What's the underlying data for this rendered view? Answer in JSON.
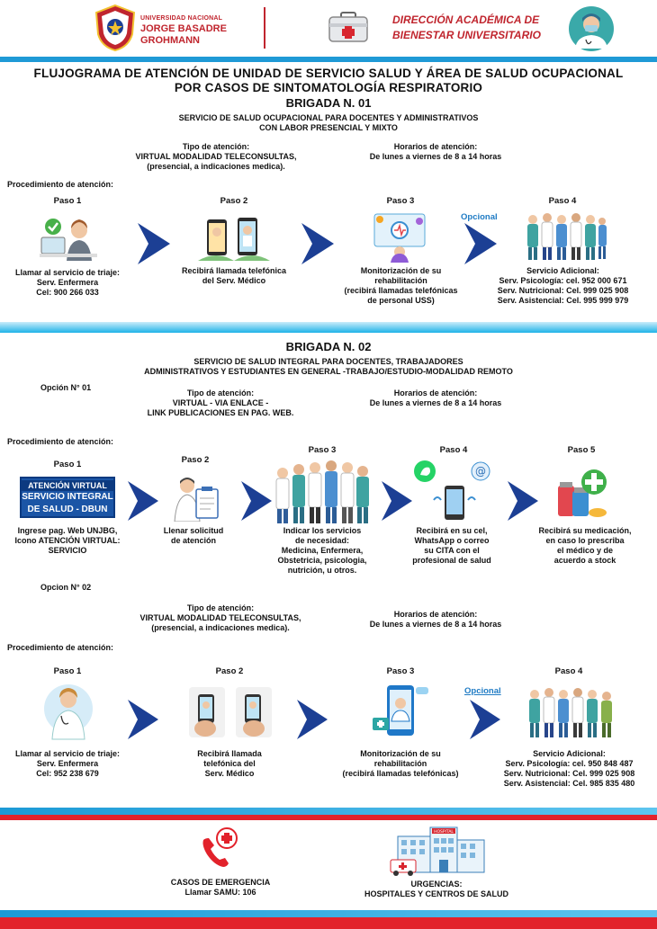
{
  "header": {
    "univ_line1": "UNIVERSIDAD NACIONAL",
    "univ_line2": "JORGE BASADRE",
    "univ_line3": "GROHMANN",
    "dept_line1": "DIRECCIÓN ACADÉMICA DE",
    "dept_line2": "BIENESTAR UNIVERSITARIO",
    "icons": [
      "university-seal",
      "first-aid-kit-icon",
      "doctor-avatar-icon"
    ],
    "colors": {
      "accent_red": "#c0252e",
      "accent_blue": "#1f9ad6",
      "arrow_blue": "#1c3f94"
    }
  },
  "title_line1": "FLUJOGRAMA DE ATENCIÓN DE UNIDAD DE SERVICIO SALUD Y ÁREA DE SALUD OCUPACIONAL",
  "title_line2": "POR CASOS DE SINTOMATOLOGÍA RESPIRATORIO",
  "b1": {
    "title": "BRIGADA N. 01",
    "subtitle": "SERVICIO DE SALUD OCUPACIONAL PARA DOCENTES Y ADMINISTRATIVOS\nCON LABOR PRESENCIAL Y MIXTO",
    "tipo_label": "Tipo de atención:",
    "tipo_value": "VIRTUAL MODALIDAD TELECONSULTAS,\n(presencial, a indicaciones medica).",
    "horario_label": "Horarios de atención:",
    "horario_value": "De lunes a viernes de 8 a 14 horas",
    "proc": "Procedimiento de atención:",
    "opcional": "Opcional",
    "steps": [
      {
        "label": "Paso 1",
        "text": "Llamar al servicio de triaje:\nServ. Enfermera\nCel: 900 266 033"
      },
      {
        "label": "Paso 2",
        "text": "Recibirá llamada telefónica\ndel Serv. Médico"
      },
      {
        "label": "Paso 3",
        "text": "Monitorización de su\nrehabilitación\n(recibirá llamadas telefónicas\nde personal USS)"
      },
      {
        "label": "Paso 4",
        "text": "Servicio Adicional:\nServ. Psicología: cel. 952 000 671\nServ. Nutricional: Cel. 999 025 908\nServ. Asistencial: Cel. 995 999 979"
      }
    ]
  },
  "b2": {
    "title": "BRIGADA N. 02",
    "subtitle": "SERVICIO DE SALUD INTEGRAL PARA DOCENTES, TRABAJADORES\nADMINISTRATIVOS Y ESTUDIANTES EN GENERAL -TRABAJO/ESTUDIO-MODALIDAD REMOTO",
    "opt1": {
      "label": "Opción N° 01",
      "tipo_label": "Tipo de atención:",
      "tipo_value": "VIRTUAL - VIA ENLACE -\nLINK PUBLICACIONES EN PAG. WEB.",
      "horario_label": "Horarios de atención:",
      "horario_value": "De lunes a viernes de 8 a 14 horas",
      "proc": "Procedimiento de atención:",
      "badge_line1": "ATENCIÓN VIRTUAL",
      "badge_line2": "SERVICIO INTEGRAL",
      "badge_line3": "DE SALUD - DBUN",
      "steps": [
        {
          "label": "Paso 1",
          "text": "Ingrese pag. Web UNJBG,\nIcono ATENCIÓN VIRTUAL:\nSERVICIO"
        },
        {
          "label": "Paso 2",
          "text": "Llenar solicitud\nde atención"
        },
        {
          "label": "Paso 3",
          "text": "Indicar los servicios\nde necesidad:\nMedicina, Enfermera,\nObstetricia, psicologia,\nnutrición, u otros."
        },
        {
          "label": "Paso 4",
          "text": "Recibirá en su cel,\nWhatsApp o correo\nsu CITA con el\nprofesional de salud"
        },
        {
          "label": "Paso 5",
          "text": "Recibirá su medicación,\nen caso lo prescriba\nel médico y de\nacuerdo a stock"
        }
      ]
    },
    "opt2": {
      "label": "Opcion N° 02",
      "tipo_label": "Tipo de atención:",
      "tipo_value": "VIRTUAL MODALIDAD TELECONSULTAS,\n(presencial, a indicaciones medica).",
      "horario_label": "Horarios de atención:",
      "horario_value": "De lunes a viernes de 8 a 14 horas",
      "proc": "Procedimiento de atención:",
      "opcional": "Opcional",
      "steps": [
        {
          "label": "Paso 1",
          "text": "Llamar al servicio de triaje:\nServ. Enfermera\nCel: 952 238 679"
        },
        {
          "label": "Paso 2",
          "text": "Recibirá llamada\ntelefónica del\nServ. Médico"
        },
        {
          "label": "Paso 3",
          "text": "Monitorización de su\nrehabilitación\n(recibirá llamadas telefónicas)"
        },
        {
          "label": "Paso 4",
          "text": "Servicio Adicional:\nServ. Psicología: cel. 950 848 487\nServ. Nutricional: Cel. 999 025 908\nServ. Asistencial: Cel. 985 835 480"
        }
      ]
    }
  },
  "footer": {
    "emergencia_title": "CASOS DE EMERGENCIA",
    "emergencia_value": "Llamar SAMU: 106",
    "urgencias_title": "URGENCIAS:",
    "urgencias_value": "HOSPITALES Y CENTROS DE SALUD",
    "hospital_sign": "HOSPITAL"
  }
}
